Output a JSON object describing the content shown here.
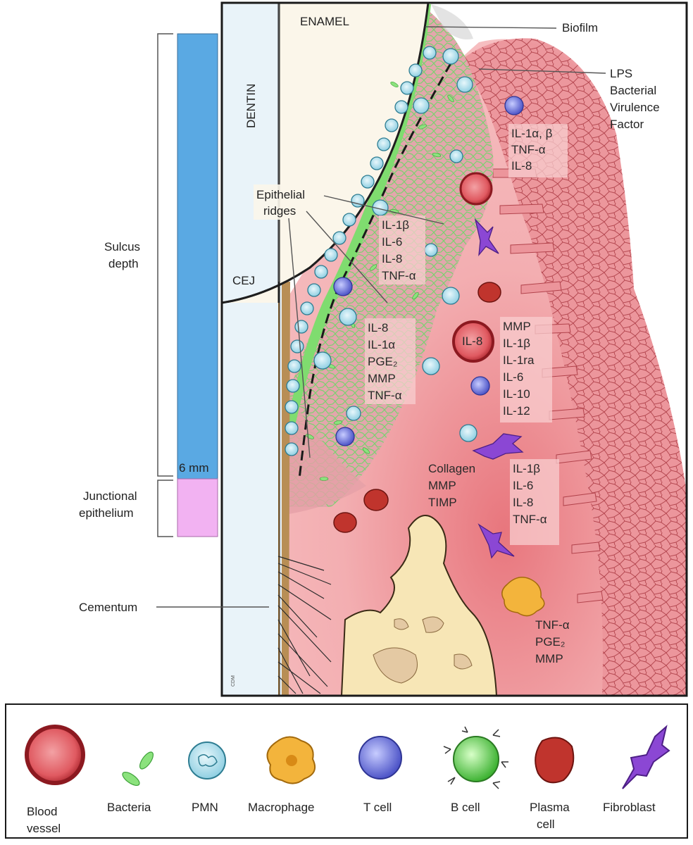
{
  "labels": {
    "enamel": "ENAMEL",
    "dentin": "DENTIN",
    "cej": "CEJ",
    "biofilm": "Biofilm",
    "lps": [
      "LPS",
      "Bacterial",
      "Virulence",
      "Factor"
    ],
    "epithelial_ridges": [
      "Epithelial",
      "ridges"
    ],
    "sulcus_depth": [
      "Sulcus",
      "depth"
    ],
    "junctional_epithelium": [
      "Junctional",
      "epithelium"
    ],
    "cementum": "Cementum",
    "depth_marker": "6 mm",
    "credit": "CDM"
  },
  "cytokine_groups": {
    "top": [
      "IL-1α, β",
      "TNF-α",
      "IL-8"
    ],
    "upper_left": [
      "IL-1β",
      "IL-6",
      "IL-8",
      "TNF-α"
    ],
    "mid_left": [
      "IL-8",
      "IL-1α",
      "PGE₂",
      "MMP",
      "TNF-α"
    ],
    "vessel_label": "IL-8",
    "mid_right": [
      "MMP",
      "IL-1β",
      "IL-1ra",
      "IL-6",
      "IL-10",
      "IL-12"
    ],
    "collagen": [
      "Collagen",
      "MMP",
      "TIMP"
    ],
    "lower_right": [
      "IL-1β",
      "IL-6",
      "IL-8",
      "TNF-α"
    ],
    "macrophage": [
      "TNF-α",
      "PGE₂",
      "MMP"
    ]
  },
  "legend": [
    {
      "key": "blood-vessel",
      "label": [
        "Blood",
        "vessel"
      ]
    },
    {
      "key": "bacteria",
      "label": [
        "Bacteria"
      ]
    },
    {
      "key": "pmn",
      "label": [
        "PMN"
      ]
    },
    {
      "key": "macrophage",
      "label": [
        "Macrophage"
      ]
    },
    {
      "key": "t-cell",
      "label": [
        "T cell"
      ]
    },
    {
      "key": "b-cell",
      "label": [
        "B cell"
      ]
    },
    {
      "key": "plasma-cell",
      "label": [
        "Plasma",
        "cell"
      ]
    },
    {
      "key": "fibroblast",
      "label": [
        "Fibroblast"
      ]
    }
  ],
  "colors": {
    "tissue": "#f0a6aa",
    "epithelium": "#e58d94",
    "enamel": "#fbf6ea",
    "dentin": "#e9f3f9",
    "bone": "#f7e6b6",
    "biofilm": "#8fe38a",
    "sulcus_bar": "#5aa9e3",
    "junctional_bar": "#f2b2f2",
    "blood_vessel": "#d4313b",
    "pmn": "#bfe7f3",
    "macrophage": "#f3b43c",
    "t_cell": "#6f79e6",
    "b_cell": "#77e06a",
    "plasma_cell": "#c8342e",
    "fibroblast": "#8e4bd6"
  }
}
